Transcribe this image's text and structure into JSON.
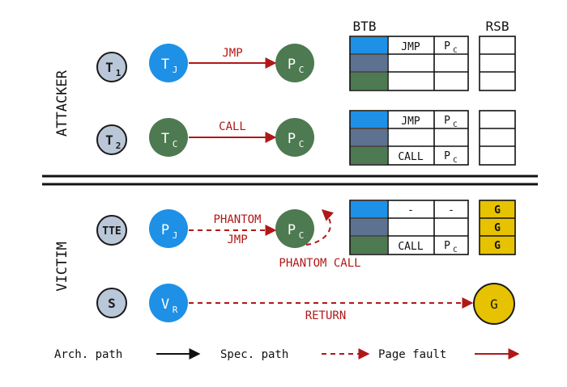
{
  "section_labels": {
    "attacker": "ATTACKER",
    "victim": "VICTIM"
  },
  "headers": {
    "btb": "BTB",
    "rsb": "RSB"
  },
  "nodes": {
    "t1": {
      "main": "T",
      "sub": "1"
    },
    "t2": {
      "main": "T",
      "sub": "2"
    },
    "tj": {
      "main": "T",
      "sub": "J"
    },
    "tc": {
      "main": "T",
      "sub": "C"
    },
    "pc_row1": {
      "main": "P",
      "sub": "C"
    },
    "pc_row2": {
      "main": "P",
      "sub": "C"
    },
    "pc_row3": {
      "main": "P",
      "sub": "C"
    },
    "tte": {
      "main": "TTE"
    },
    "s": {
      "main": "S"
    },
    "pj": {
      "main": "P",
      "sub": "J"
    },
    "vr": {
      "main": "V",
      "sub": "R"
    },
    "g": {
      "main": "G"
    }
  },
  "edges": {
    "jmp": "JMP",
    "call": "CALL",
    "phantom_jmp_1": "PHANTOM",
    "phantom_jmp_2": "JMP",
    "phantom_call": "PHANTOM CALL",
    "return": "RETURN"
  },
  "btb_tables": [
    {
      "rows": [
        {
          "type": "JMP",
          "target": {
            "main": "P",
            "sub": "C"
          }
        },
        {
          "type": "",
          "target": null
        },
        {
          "type": "",
          "target": null
        }
      ]
    },
    {
      "rows": [
        {
          "type": "JMP",
          "target": {
            "main": "P",
            "sub": "C"
          }
        },
        {
          "type": "",
          "target": null
        },
        {
          "type": "CALL",
          "target": {
            "main": "P",
            "sub": "C"
          }
        }
      ]
    },
    {
      "rows": [
        {
          "type": "-",
          "target": {
            "main": "-"
          }
        },
        {
          "type": "",
          "target": null
        },
        {
          "type": "CALL",
          "target": {
            "main": "P",
            "sub": "C"
          }
        }
      ]
    }
  ],
  "rsb_tables": [
    {
      "cells": [
        "",
        "",
        ""
      ]
    },
    {
      "cells": [
        "",
        "",
        ""
      ]
    },
    {
      "cells": [
        "G",
        "G",
        "G"
      ]
    }
  ],
  "legend": {
    "arch": "Arch. path",
    "spec": "Spec. path",
    "fault": "Page fault"
  },
  "colors": {
    "blue": "#1e90e6",
    "green": "#4d7a50",
    "slate": "#5d7290",
    "gray_node": "#b9c7d8",
    "yellow": "#e6c200",
    "red": "#b01818"
  }
}
